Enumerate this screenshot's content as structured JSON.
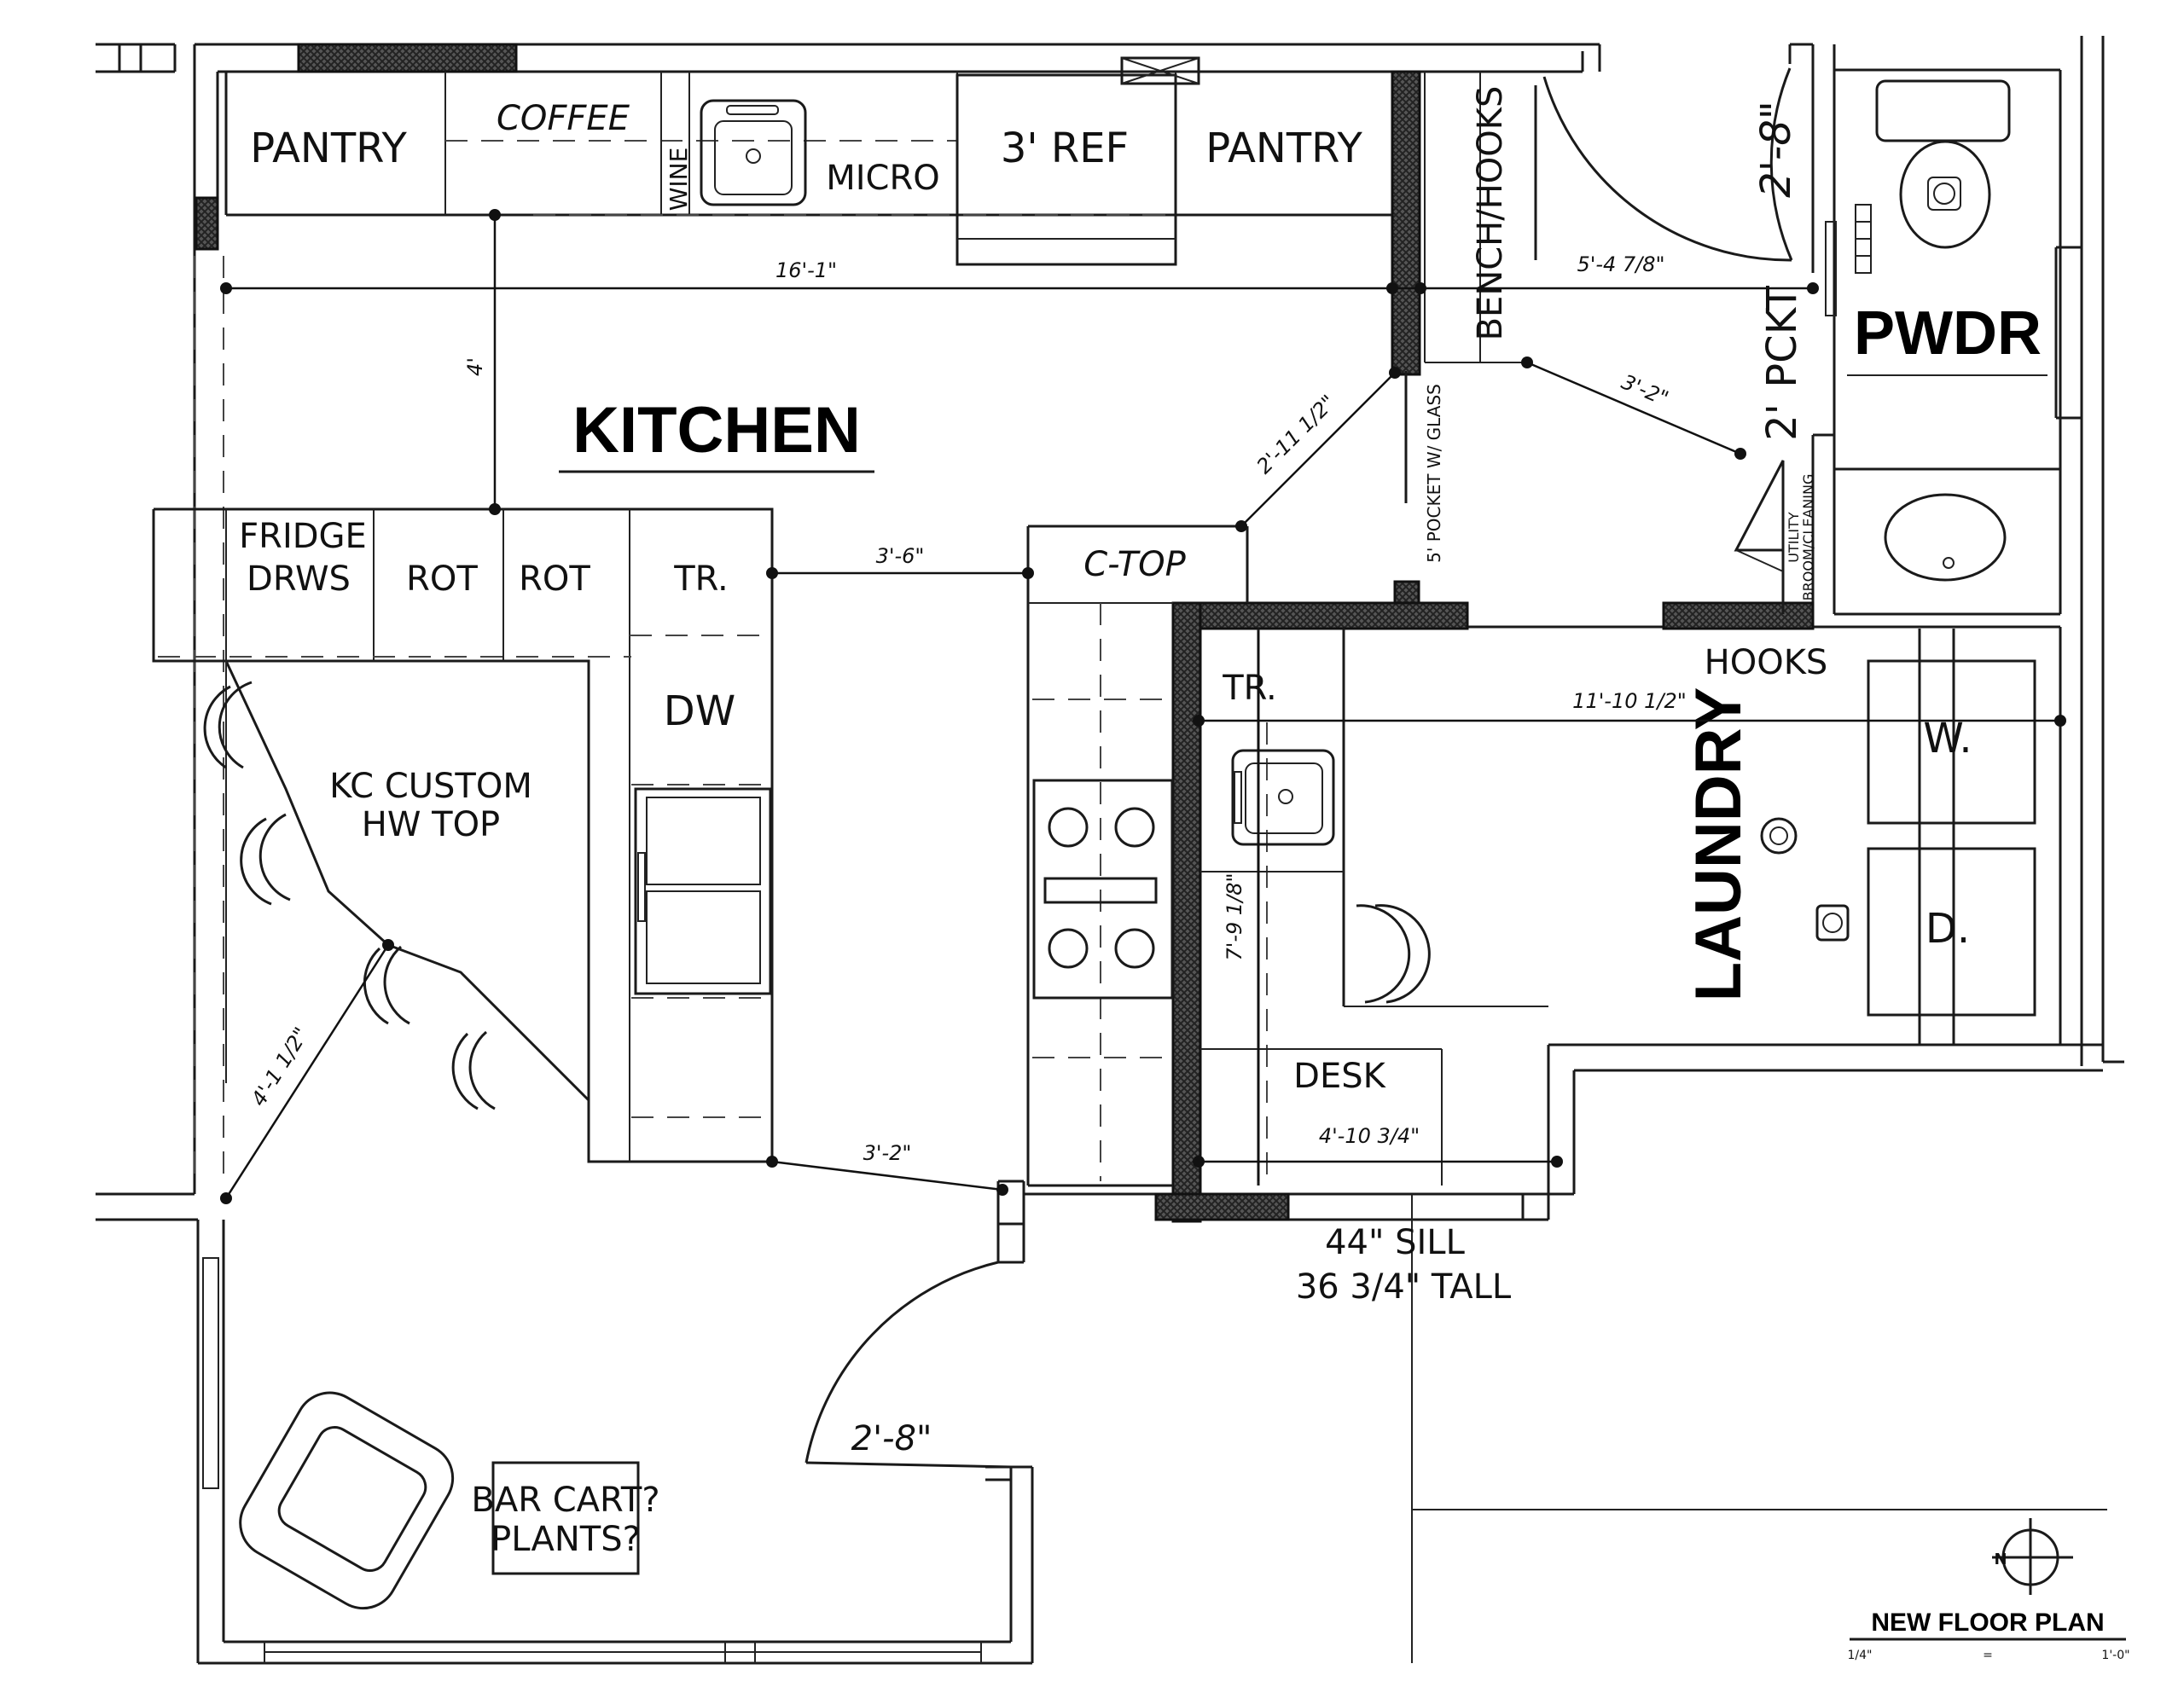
{
  "rooms": {
    "kitchen": "KITCHEN",
    "laundry": "LAUNDRY",
    "powder": "PWDR"
  },
  "labels": {
    "pantry_left": "PANTRY",
    "coffee": "COFFEE",
    "wine": "WINE",
    "micro": "MICRO",
    "ref": "3' REF",
    "pantry_right": "PANTRY",
    "bench_hooks": "BENCH/HOOKS",
    "pocket_door_note": "5' POCKET W/ GLASS",
    "pckt": "PCKT",
    "fridge_drws_1": "FRIDGE",
    "fridge_drws_2": "DRWS",
    "rot1": "ROT",
    "rot2": "ROT",
    "tr_island": "TR.",
    "dw": "DW",
    "kc_custom_1": "KC CUSTOM",
    "kc_custom_2": "HW TOP",
    "ctop": "C-TOP",
    "tr_laundry": "TR.",
    "hooks": "HOOKS",
    "utility_1": "UTILITY",
    "utility_2": "BROOM/CLEANING",
    "washer": "W.",
    "dryer": "D.",
    "desk": "DESK",
    "sill_1": "44\" SILL",
    "sill_2": "36 3/4\" TALL",
    "bar_cart_1": "BAR CART?",
    "bar_cart_2": "PLANTS?",
    "title": "NEW FLOOR PLAN",
    "scale_left": "1/4\"",
    "scale_mid": "=",
    "scale_right": "1'-0\"",
    "north_label": "N"
  },
  "dimensions": {
    "d_16_1": "16'-1\"",
    "d_4": "4'",
    "d_5_4": "5'-4 7/8\"",
    "d_2_8_pwdr": "2'-8\"",
    "d_2_pckt": "2'",
    "d_3_2_top": "3'-2\"",
    "d_2_11": "2'-11 1/2\"",
    "d_3_6": "3'-6\"",
    "d_11_10": "11'-10 1/2\"",
    "d_7_9": "7'-9 1/8\"",
    "d_4_1": "4'-1 1/2\"",
    "d_3_2_bottom": "3'-2\"",
    "d_4_10": "4'-10 3/4\"",
    "d_2_8_entry": "2'-8\""
  }
}
